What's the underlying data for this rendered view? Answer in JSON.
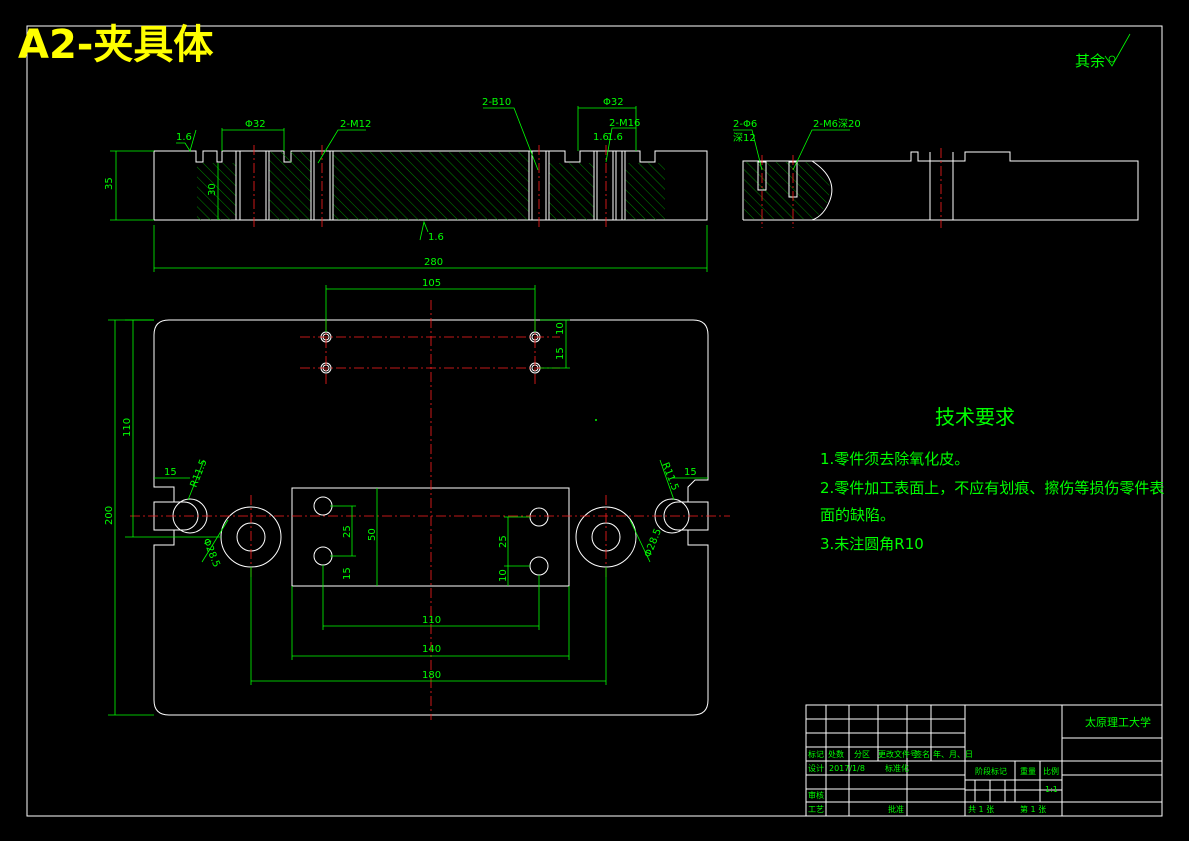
{
  "title": "A2-夹具体",
  "surface_symbol_text": "其余",
  "views": {
    "front": {
      "roughness_1": "1.6",
      "roughness_2": "1.6",
      "roughness_3": "1.6",
      "roughness_4": "1.6",
      "dia_32_left": "Φ32",
      "m12_label": "2-M12",
      "b10_label": "2-B10",
      "dia_32_right": "Φ32",
      "m16_label": "2-M16",
      "height_35": "35",
      "inner_30": "30",
      "width_280": "280"
    },
    "side": {
      "hole_label": "2-Φ6",
      "hole_depth": "深12",
      "thread_label": "2-M6深20"
    },
    "plan": {
      "dim_105": "105",
      "dim_10_top": "10",
      "dim_15_top": "15",
      "dim_110_vert": "110",
      "dim_200": "200",
      "dim_15_left": "15",
      "dim_15_right": "15",
      "r_left": "R11.5",
      "r_right": "R11.5",
      "d_left": "Φ28.5",
      "d_right": "Φ28.5",
      "dim_25_left": "25",
      "dim_50": "50",
      "dim_15_mid": "15",
      "dim_25_right": "25",
      "dim_10_mid": "10",
      "dim_110": "110",
      "dim_140": "140",
      "dim_180": "180"
    }
  },
  "tech_requirements": {
    "heading": "技术要求",
    "items": [
      "1.零件须去除氧化皮。",
      "2.零件加工表面上，不应有划痕、擦伤等损伤零件表",
      "面的缺陷。",
      "3.未注圆角R10"
    ]
  },
  "title_block": {
    "school": "太原理工大学",
    "row_labels": [
      "标记",
      "处数",
      "分区",
      "更改文件号",
      "签名",
      "年、月、日"
    ],
    "design": "设计",
    "design_name": "2017/1/8",
    "standardize": "标准化",
    "stage_mark": "阶段标记",
    "weight": "重量",
    "scale": "比例",
    "scale_value": "1:1",
    "review": "审核",
    "process": "工艺",
    "approve": "批准",
    "sheets_total": "共 1 张",
    "sheet_no": "第 1 张"
  }
}
